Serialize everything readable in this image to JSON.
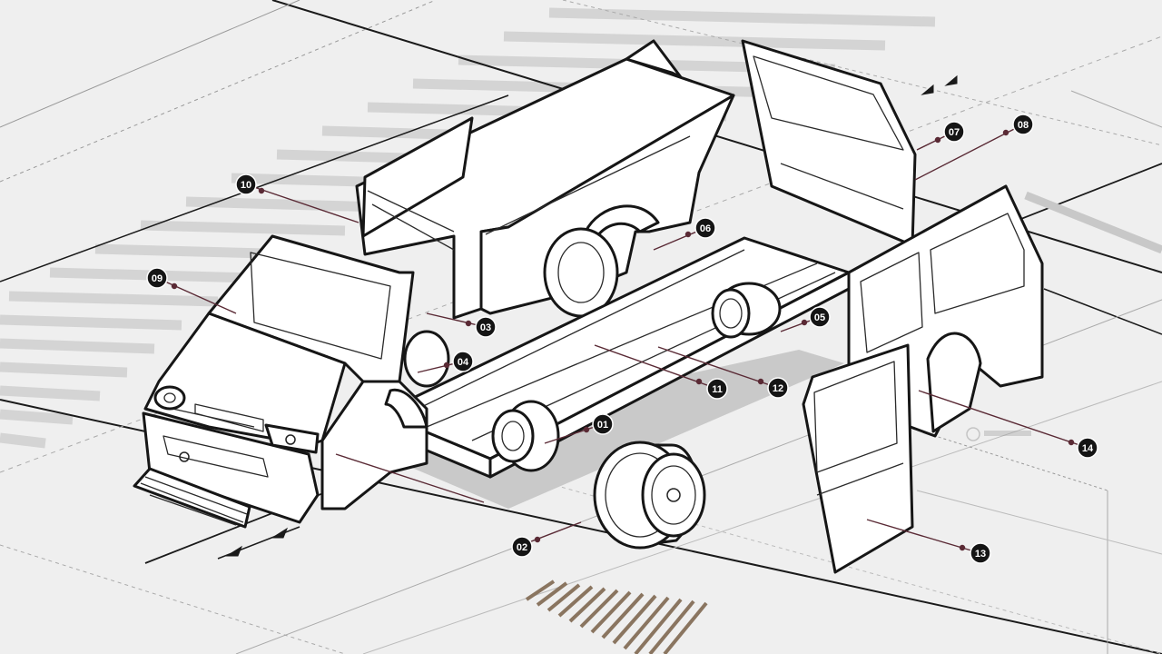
{
  "colors": {
    "background": "#efefef",
    "outline": "#161616",
    "leader": "#5a2a35",
    "badge": "#151515",
    "shadow": "#bdbdbd",
    "hatch": "#8a7560"
  },
  "callouts": [
    {
      "id": "c01",
      "label": "01"
    },
    {
      "id": "c02",
      "label": "02"
    },
    {
      "id": "c03",
      "label": "03"
    },
    {
      "id": "c04",
      "label": "04"
    },
    {
      "id": "c05",
      "label": "05"
    },
    {
      "id": "c06",
      "label": "06"
    },
    {
      "id": "c07",
      "label": "07"
    },
    {
      "id": "c08",
      "label": "08"
    },
    {
      "id": "c09",
      "label": "09"
    },
    {
      "id": "c10",
      "label": "10"
    },
    {
      "id": "c11",
      "label": "11"
    },
    {
      "id": "c12",
      "label": "12"
    },
    {
      "id": "c13",
      "label": "13"
    },
    {
      "id": "c14",
      "label": "14"
    }
  ]
}
